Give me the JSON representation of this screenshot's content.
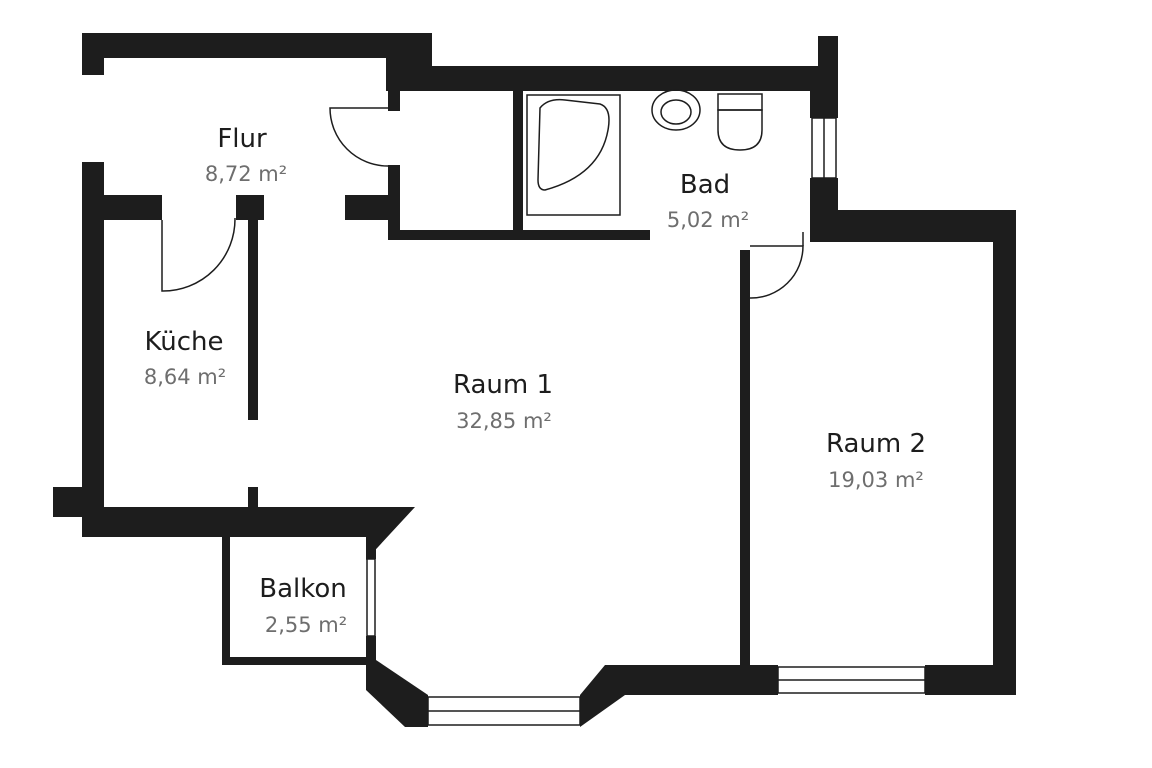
{
  "colors": {
    "wall": "#1d1d1d",
    "area_text": "#6e6e6e",
    "background": "#ffffff"
  },
  "rooms": [
    {
      "id": "flur",
      "name": "Flur",
      "area": "8,72 m²"
    },
    {
      "id": "bad",
      "name": "Bad",
      "area": "5,02 m²"
    },
    {
      "id": "kueche",
      "name": "Küche",
      "area": "8,64 m²"
    },
    {
      "id": "raum1",
      "name": "Raum 1",
      "area": "32,85 m²"
    },
    {
      "id": "raum2",
      "name": "Raum 2",
      "area": "19,03 m²"
    },
    {
      "id": "balkon",
      "name": "Balkon",
      "area": "2,55 m²"
    }
  ]
}
